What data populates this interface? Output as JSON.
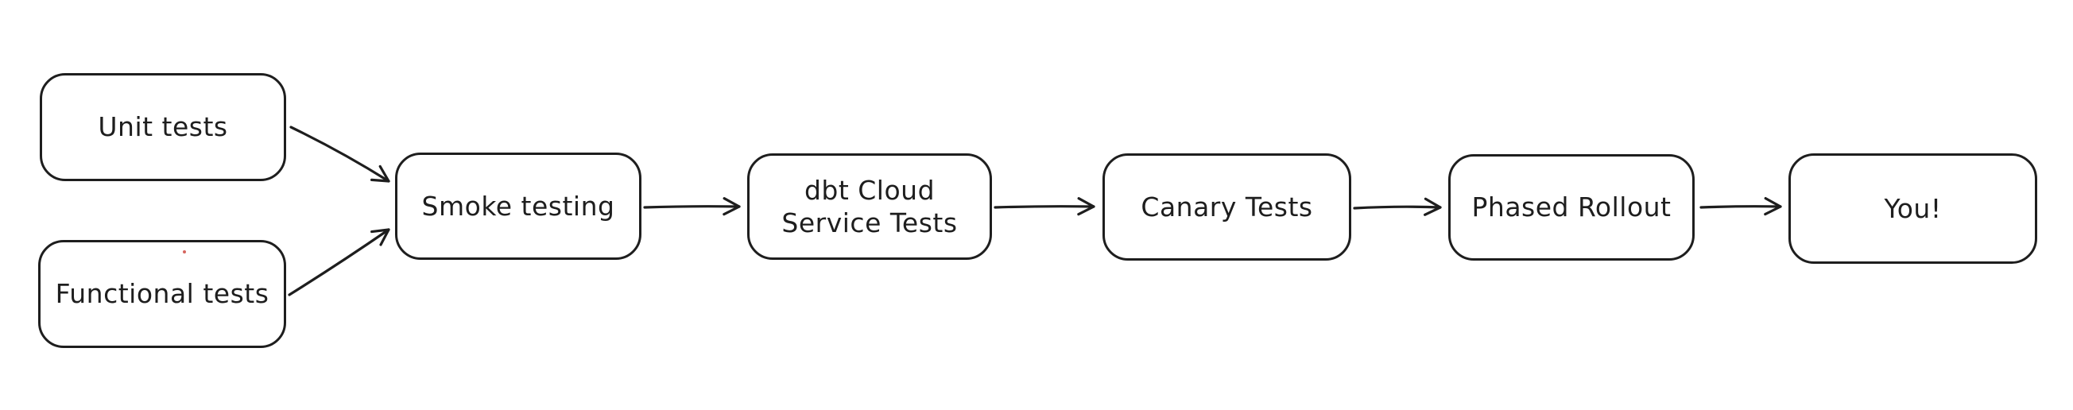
{
  "canvas": {
    "background": "#ffffff",
    "stroke_color": "#1e1e1e",
    "node_fill": "#ffffff",
    "artifact_dot_color": "#cf4a42"
  },
  "diagram": {
    "type": "flowchart",
    "style": "hand-drawn",
    "direction": "left-to-right",
    "nodes": [
      {
        "id": "unit-tests",
        "label": "Unit tests"
      },
      {
        "id": "functional-tests",
        "label": "Functional tests"
      },
      {
        "id": "smoke-testing",
        "label": "Smoke testing"
      },
      {
        "id": "dbt-cloud-service-tests",
        "label": "dbt Cloud\nService Tests"
      },
      {
        "id": "canary-tests",
        "label": "Canary Tests"
      },
      {
        "id": "phased-rollout",
        "label": "Phased Rollout"
      },
      {
        "id": "you",
        "label": "You!"
      }
    ],
    "edges": [
      {
        "from": "unit-tests",
        "to": "smoke-testing"
      },
      {
        "from": "functional-tests",
        "to": "smoke-testing"
      },
      {
        "from": "smoke-testing",
        "to": "dbt-cloud-service-tests"
      },
      {
        "from": "dbt-cloud-service-tests",
        "to": "canary-tests"
      },
      {
        "from": "canary-tests",
        "to": "phased-rollout"
      },
      {
        "from": "phased-rollout",
        "to": "you"
      }
    ]
  }
}
